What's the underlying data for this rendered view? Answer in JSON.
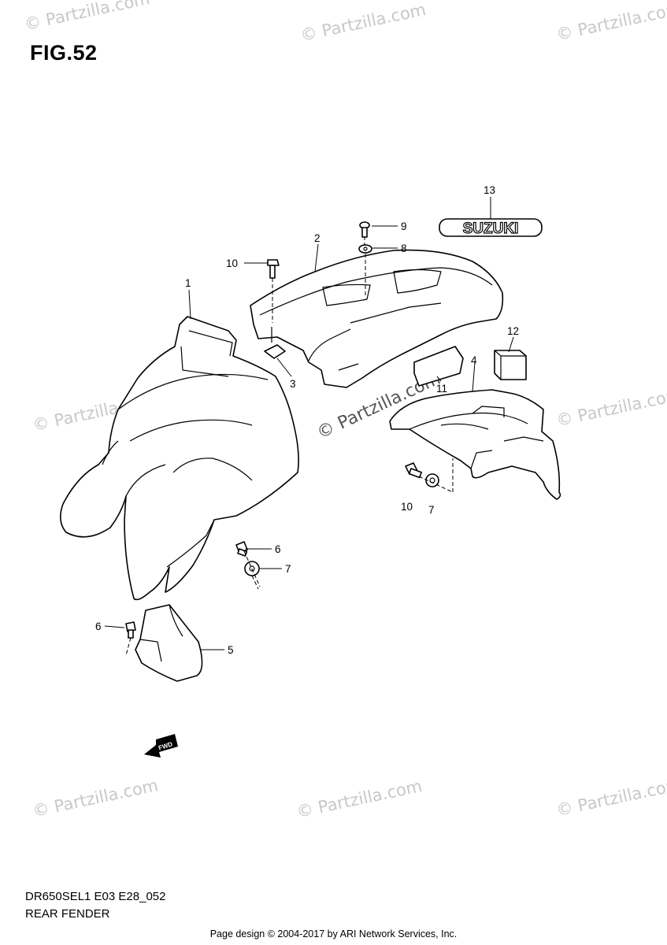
{
  "figure": {
    "title": "FIG.52",
    "model_code": "DR650SEL1 E03 E28_052",
    "section_name": "REAR FENDER"
  },
  "footer": {
    "text": "Page design © 2004-2017 by ARI Network Services, Inc."
  },
  "watermark": {
    "text": "© Partzilla.com"
  },
  "emblem": {
    "text": "SUZUKI"
  },
  "direction_marker": {
    "text": "FWD"
  },
  "callouts": [
    "1",
    "2",
    "3",
    "4",
    "5",
    "6",
    "6",
    "7",
    "7",
    "8",
    "9",
    "10",
    "10",
    "11",
    "12",
    "13"
  ]
}
